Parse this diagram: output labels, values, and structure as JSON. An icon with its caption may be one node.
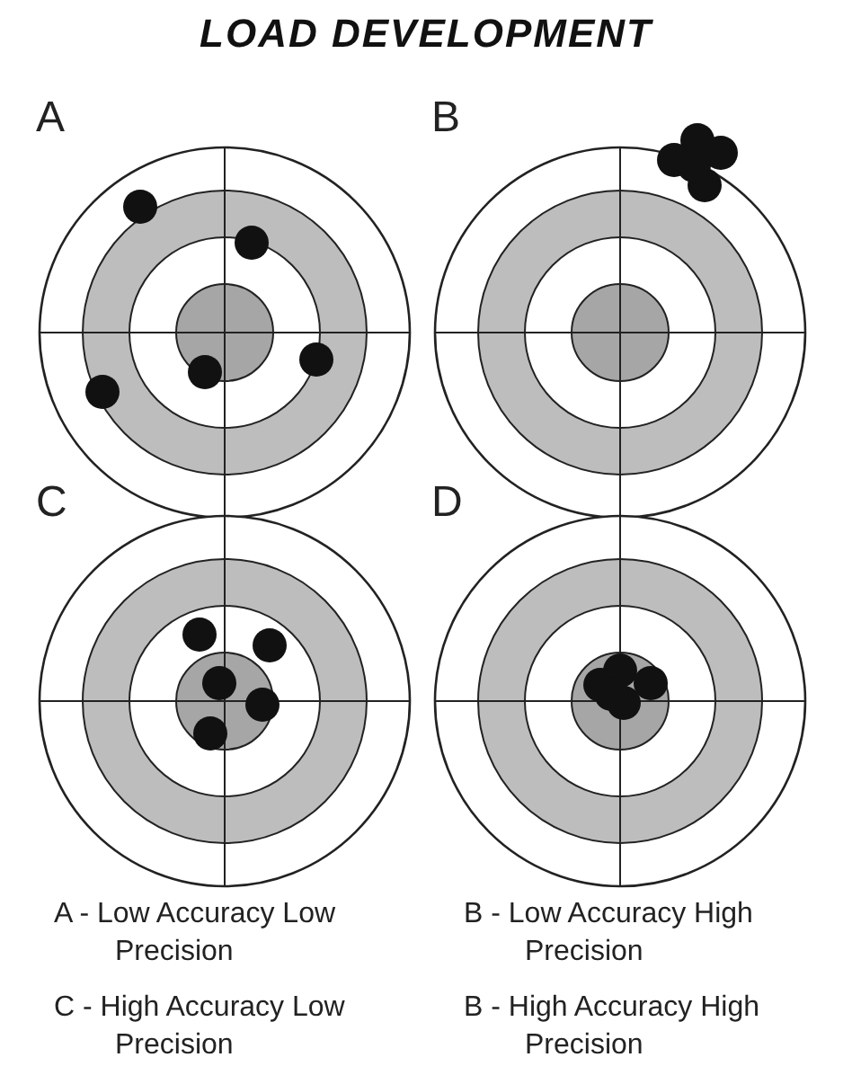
{
  "diagram": {
    "title": "LOAD DEVELOPMENT",
    "labels": [
      "A",
      "B",
      "C",
      "D",
      "A - Low Accuracy Low Precision",
      "B - Low Accuracy High Precision",
      "C - High Accuracy Low Precision",
      "B - High Accuracy High Precision"
    ]
  }
}
